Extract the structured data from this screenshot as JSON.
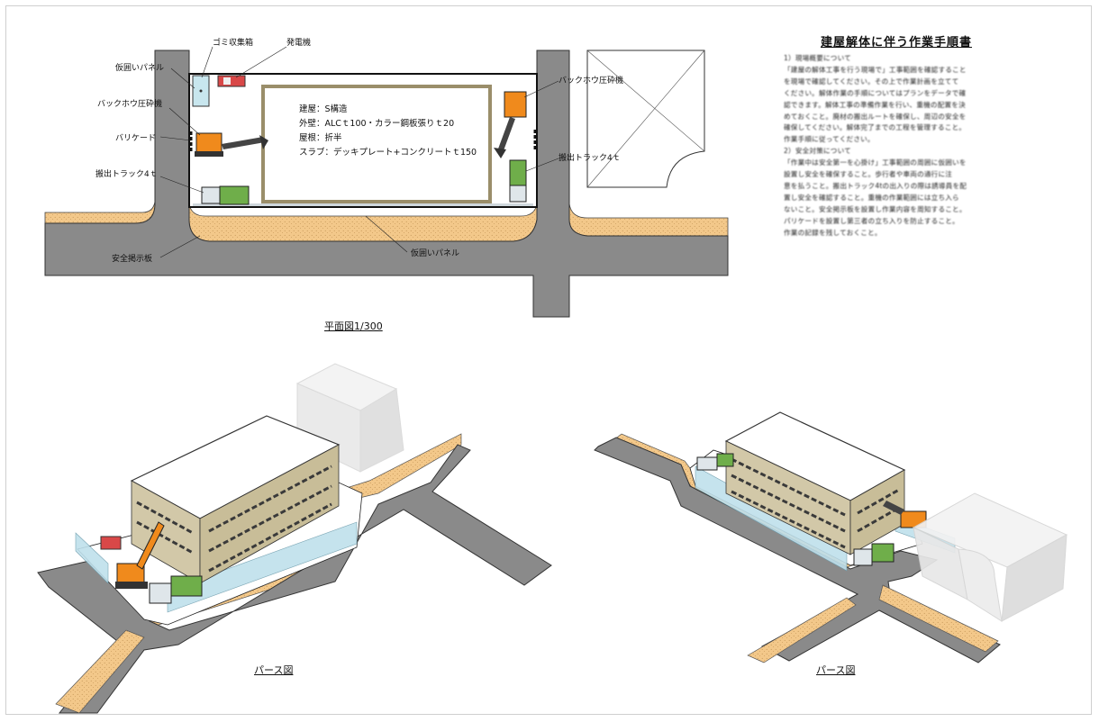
{
  "document": {
    "title": "建屋解体に伴う作業手順書",
    "body": "1）現場概要について\n「建屋の解体工事を行う現場で」工事範囲を確認すること\nを現場で確認してください。その上で作業計画を立てて\nください。解体作業の手順についてはプランをデータで確\n認できます。解体工事の準備作業を行い、重機の配置を決\nめておくこと。廃材の搬出ルートを確保し、周辺の安全を\n確保してください。解体完了までの工程を管理すること。\n作業手順に従ってください。\n2）安全対策について\n「作業中は安全第一を心掛け」工事範囲の周囲に仮囲いを\n設置し安全を確保すること。歩行者や車両の通行に注\n意を払うこと。搬出トラック4tの出入りの際は誘導員を配\n置し安全を確認すること。重機の作業範囲には立ち入ら\nないこと。安全掲示板を設置し作業内容を周知すること。\nパリケードを設置し第三者の立ち入りを防止すること。\n作業の記録を残しておくこと。"
  },
  "plan": {
    "labels": {
      "garbage": "ゴミ収集箱",
      "generator": "発電機",
      "panel_left": "仮囲いパネル",
      "backhoe_left": "バックホウ圧砕機",
      "barricade": "バリケード",
      "truck_left": "搬出トラック4ｔ",
      "sign": "安全掲示板",
      "panel_bottom": "仮囲いパネル",
      "backhoe_right": "バックホウ圧砕機",
      "truck_right": "搬出トラック4ｔ"
    },
    "specs": [
      "建屋：S構造",
      "外壁：ALCｔ100・カラー鋼板張りｔ20",
      "屋根：折半",
      "スラブ：デッキプレート+コンクリートｔ150"
    ],
    "caption": "平面図1/300"
  },
  "perspective": {
    "left_caption": "パース図",
    "right_caption": "パース図"
  },
  "colors": {
    "road": "#8a8a8a",
    "sidewalk": "#f2c98a",
    "building_wall": "#d2c8a8",
    "building_roof": "#ffffff",
    "excavator": "#f08a1c",
    "truck_cab": "#dfe6ea",
    "truck_bed": "#6fae4a",
    "generator": "#d94848",
    "fence": "#bfe0ec"
  }
}
